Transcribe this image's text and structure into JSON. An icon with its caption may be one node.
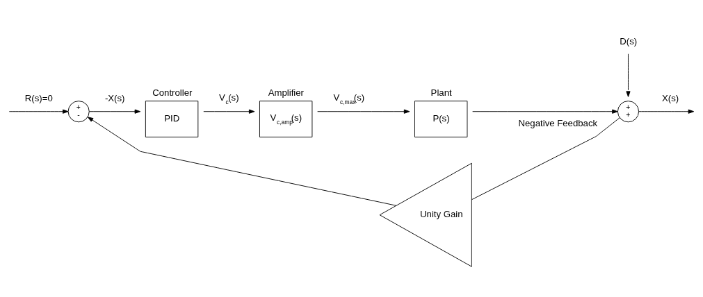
{
  "diagram": {
    "nodes": [
      {
        "text": [
          "+",
          "-"
        ]
      },
      {
        "text": [
          "Controller",
          "PID"
        ]
      },
      {
        "text": [
          "Amplifier",
          "V$_{c,amp}$(s)"
        ]
      },
      {
        "text": [
          "Plant",
          "P(s)"
        ]
      },
      {
        "text": [
          "+",
          "+"
        ]
      },
      {
        "text": [
          "Unity Gain"
        ]
      },
      {
        "text": [
          "D(s)"
        ]
      }
    ],
    "edges": [
      {
        "from": null,
        "to": 0,
        "arrow": "to",
        "label": "R(s)=0"
      },
      {
        "from": 0,
        "to": 1,
        "arrow": "to",
        "label": "-X(s)"
      },
      {
        "from": 1,
        "to": 2,
        "arrow": "to",
        "label": "V$_{c}$(s)"
      },
      {
        "from": 2,
        "to": 3,
        "arrow": "to",
        "label": "V$_{c,max}$(s)"
      },
      {
        "from": 3,
        "to": 4,
        "arrow": "to"
      },
      {
        "from": 6,
        "to": 4,
        "arrow": "to"
      },
      {
        "from": 4,
        "to": null,
        "arrow": "to",
        "label": "X(s)"
      },
      {
        "from": 4,
        "to": 5,
        "arrow": "none",
        "label": "Negative Feedback"
      },
      {
        "from": 5,
        "to": 0,
        "arrow": "to"
      }
    ]
  }
}
